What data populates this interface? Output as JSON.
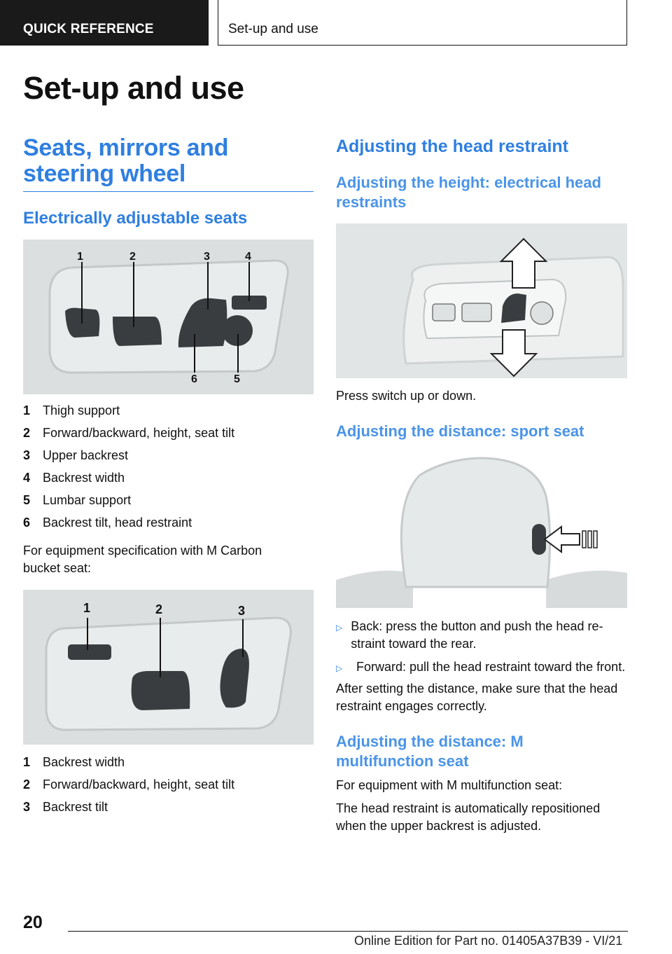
{
  "header": {
    "tab_label": "QUICK REFERENCE",
    "section_label": "Set-up and use"
  },
  "page_title": "Set-up and use",
  "left": {
    "section_heading": "Seats, mirrors and steering wheel",
    "subheading": "Electrically adjustable seats",
    "figure1_labels": [
      "1",
      "2",
      "3",
      "4",
      "6",
      "5"
    ],
    "list1": [
      {
        "num": "1",
        "text": "Thigh support"
      },
      {
        "num": "2",
        "text": "Forward/backward, height, seat tilt"
      },
      {
        "num": "3",
        "text": "Upper backrest"
      },
      {
        "num": "4",
        "text": "Backrest width"
      },
      {
        "num": "5",
        "text": "Lumbar support"
      },
      {
        "num": "6",
        "text": "Backrest tilt, head restraint"
      }
    ],
    "carbon_note": "For equipment specification with M Carbon bucket seat:",
    "figure2_labels": [
      "1",
      "2",
      "3"
    ],
    "list2": [
      {
        "num": "1",
        "text": "Backrest width"
      },
      {
        "num": "2",
        "text": "Forward/backward, height, seat tilt"
      },
      {
        "num": "3",
        "text": "Backrest tilt"
      }
    ]
  },
  "right": {
    "heading": "Adjusting the head restraint",
    "sub1": "Adjusting the height: electrical head restraints",
    "sub1_text": "Press switch up or down.",
    "sub2": "Adjusting the distance: sport seat",
    "sub2_items": [
      "Back: press the button and push the head re-straint toward the rear.",
      "Forward: pull the head restraint toward the front."
    ],
    "sub2_after": "After setting the distance, make sure that the head restraint engages correctly.",
    "sub3": "Adjusting the distance: M multifunction seat",
    "sub3_p1": "For equipment with M multifunction seat:",
    "sub3_p2": "The head restraint is automatically repositioned when the upper backrest is adjusted."
  },
  "footer": {
    "page_number": "20",
    "edition": "Online Edition for Part no. 01405A37B39 - VI/21"
  }
}
